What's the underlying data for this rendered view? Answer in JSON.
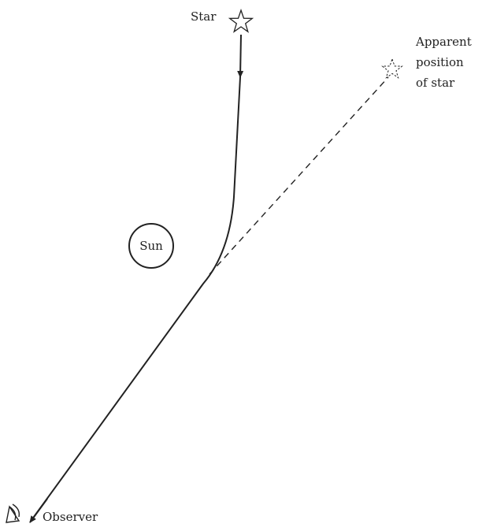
{
  "labels": {
    "star": "Star",
    "apparent_line1": "Apparent",
    "apparent_line2": "position",
    "apparent_line3": "of star",
    "sun": "Sun",
    "observer": "Observer"
  },
  "colors": {
    "ink": "#222222",
    "background": "#ffffff"
  },
  "icons": [
    "star-icon",
    "dashed-star-icon",
    "eye-icon"
  ]
}
